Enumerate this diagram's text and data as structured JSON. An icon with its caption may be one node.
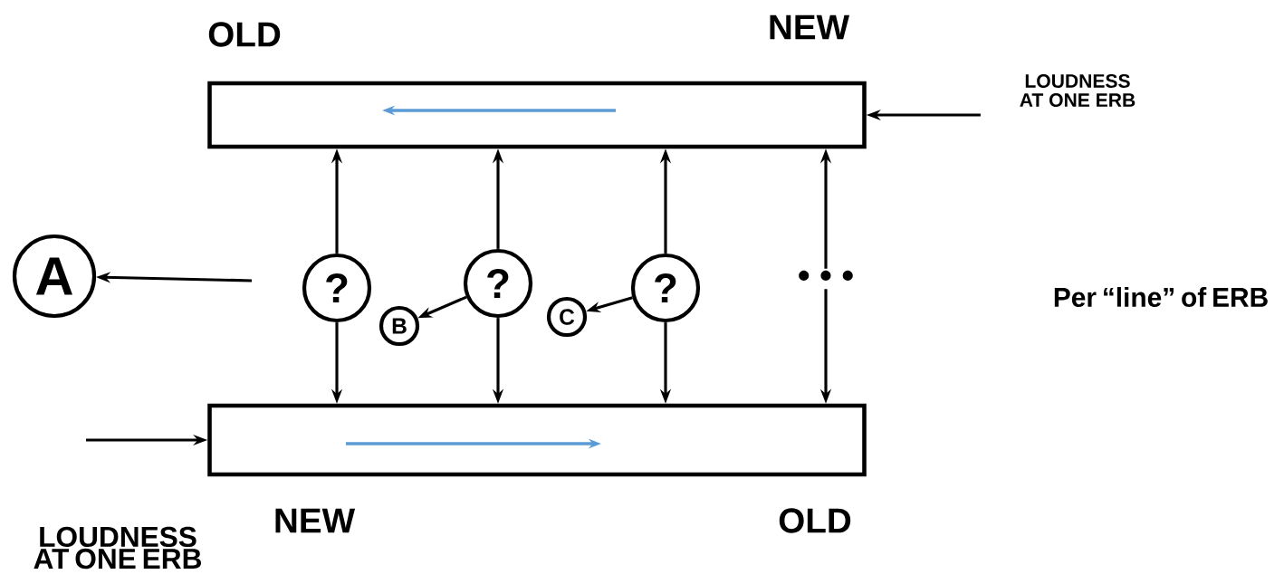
{
  "diagram": {
    "nodes": [
      {
        "text": [],
        "shape": "box"
      },
      {
        "text": [
          "LOUDNESS AT ONE ERB"
        ]
      },
      {
        "text": [
          "A"
        ]
      },
      {
        "text": [
          "?"
        ]
      },
      {
        "text": [
          "?"
        ]
      },
      {
        "text": [
          "?"
        ]
      },
      {
        "text": [
          "• • •"
        ]
      },
      {
        "text": [
          "B"
        ]
      },
      {
        "text": [
          "C"
        ]
      },
      {
        "text": [],
        "shape": "box"
      }
    ],
    "edges": [
      {
        "from": 1,
        "to": 0,
        "arrow": "to"
      },
      {
        "from": null,
        "to": 2,
        "arrow": "to"
      },
      {
        "from": 3,
        "to": 0,
        "arrow": "to"
      },
      {
        "from": 3,
        "to": 9,
        "arrow": "to"
      },
      {
        "from": 4,
        "to": 0,
        "arrow": "to"
      },
      {
        "from": 4,
        "to": 9,
        "arrow": "to"
      },
      {
        "from": 4,
        "to": 7,
        "arrow": "to"
      },
      {
        "from": 5,
        "to": 0,
        "arrow": "to"
      },
      {
        "from": 5,
        "to": 9,
        "arrow": "to"
      },
      {
        "from": 5,
        "to": 8,
        "arrow": "to"
      },
      {
        "from": 6,
        "to": 0,
        "arrow": "to"
      },
      {
        "from": 6,
        "to": 9,
        "arrow": "to"
      },
      {
        "from": null,
        "to": 9,
        "arrow": "to"
      }
    ],
    "labels": [
      "OLD",
      "NEW",
      "Per “line” of ERB",
      "NEW",
      "OLD",
      "LOUDNESS AT ONE ERB"
    ]
  }
}
